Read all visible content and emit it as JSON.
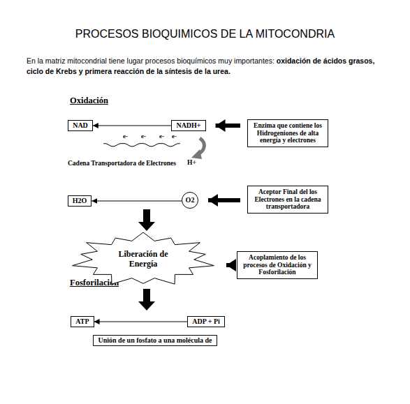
{
  "diagram": {
    "title": "PROCESOS BIOQUIMICOS DE LA MITOCONDRIA",
    "nodes": [
      {
        "text": [
          "NAD"
        ]
      },
      {
        "text": [
          "NADH+"
        ]
      },
      {
        "text": [
          "Enzima que contiene los Hidrogeniones de alta energía y electrones"
        ]
      },
      {
        "text": [
          "H2O"
        ]
      },
      {
        "text": [
          "O2"
        ]
      },
      {
        "text": [
          "Aceptor Final del los Electrones en la cadena transportadora"
        ]
      },
      {
        "text": [
          "Liberación de Energía"
        ]
      },
      {
        "text": [
          "Acoplamiento de los procesos de Oxidación y Fosforilación"
        ]
      },
      {
        "text": [
          "ATP"
        ]
      },
      {
        "text": [
          "ADP + Pi"
        ]
      },
      {
        "text": [
          "Unión de un fosfato a una molécula de"
        ]
      }
    ],
    "edges": [
      {
        "from": 1,
        "to": 0,
        "arrow": "to"
      },
      {
        "from": 2,
        "to": 1,
        "arrow": "to"
      },
      {
        "from": 4,
        "to": 3,
        "arrow": "to"
      },
      {
        "from": 5,
        "to": 4,
        "arrow": "to"
      },
      {
        "from": 7,
        "to": 6,
        "arrow": "to"
      },
      {
        "from": 9,
        "to": 8,
        "arrow": "to"
      }
    ],
    "labels": [
      "En la matriz mitocondrial tiene lugar procesos bioquímicos muy importantes:",
      "oxidación de ácidos grasos, ciclo de Krebs y primera reacción de la síntesis de la urea.",
      "Oxidación",
      "e-",
      "e-",
      "e-",
      "e-",
      "Cadena Transportadora de Electrones",
      "H+",
      "Fosforilación"
    ]
  }
}
